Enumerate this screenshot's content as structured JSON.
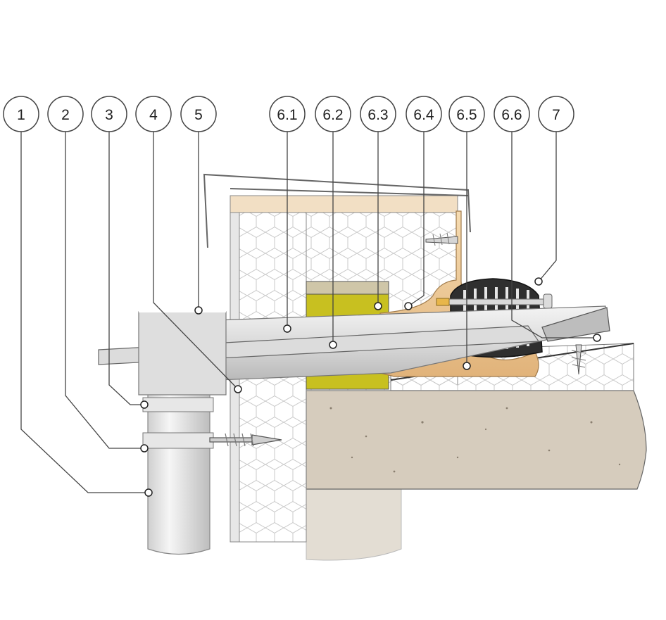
{
  "callouts": [
    {
      "id": "c1",
      "label": "1"
    },
    {
      "id": "c2",
      "label": "2"
    },
    {
      "id": "c3",
      "label": "3"
    },
    {
      "id": "c4",
      "label": "4"
    },
    {
      "id": "c5",
      "label": "5"
    },
    {
      "id": "c61",
      "label": "6.1"
    },
    {
      "id": "c62",
      "label": "6.2"
    },
    {
      "id": "c63",
      "label": "6.3"
    },
    {
      "id": "c64",
      "label": "6.4"
    },
    {
      "id": "c65",
      "label": "6.5"
    },
    {
      "id": "c66",
      "label": "6.6"
    },
    {
      "id": "c7",
      "label": "7"
    }
  ],
  "colors": {
    "concrete": "#d8cfc2",
    "concrete_dark": "#c9bfb1",
    "insulation": "#ffffff",
    "hex_pattern": "#c8c8c8",
    "timber": "#f2dfc4",
    "mineral_wool": "#c8c020",
    "flange": "#f0cfa0",
    "pipe": "#e2e2e2",
    "grate": "#333333",
    "line": "#555555"
  }
}
